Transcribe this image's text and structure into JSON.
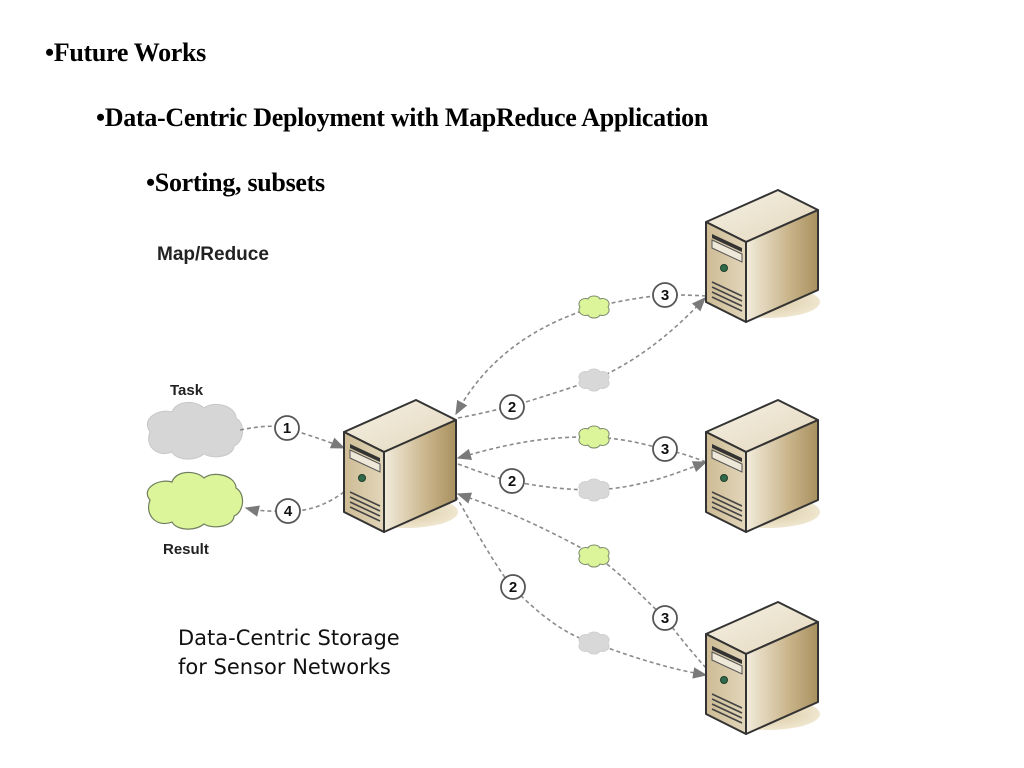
{
  "bullets": [
    {
      "level": 1,
      "text": "•Future Works"
    },
    {
      "level": 2,
      "text": "•Data-Centric Deployment with MapReduce Application"
    },
    {
      "level": 3,
      "text": "•Sorting, subsets"
    }
  ],
  "diagram": {
    "title": "Map/Reduce",
    "caption_line1": "Data-Centric Storage",
    "caption_line2": "for Sensor Networks",
    "task_label": "Task",
    "result_label": "Result",
    "steps": {
      "task_to_master": "1",
      "master_to_result": "4",
      "to_worker_top": "2",
      "from_worker_top": "3",
      "to_worker_mid": "2",
      "from_worker_mid": "3",
      "to_worker_bottom": "2",
      "from_worker_bottom": "3"
    },
    "colors": {
      "task_cloud": "#d6d6d6",
      "result_cloud": "#ddf59a",
      "server_front": "#d8c9a8",
      "server_side": "#b8a27a",
      "server_shadow": "#e8dcc0",
      "arrow": "#8a8a8a"
    }
  }
}
